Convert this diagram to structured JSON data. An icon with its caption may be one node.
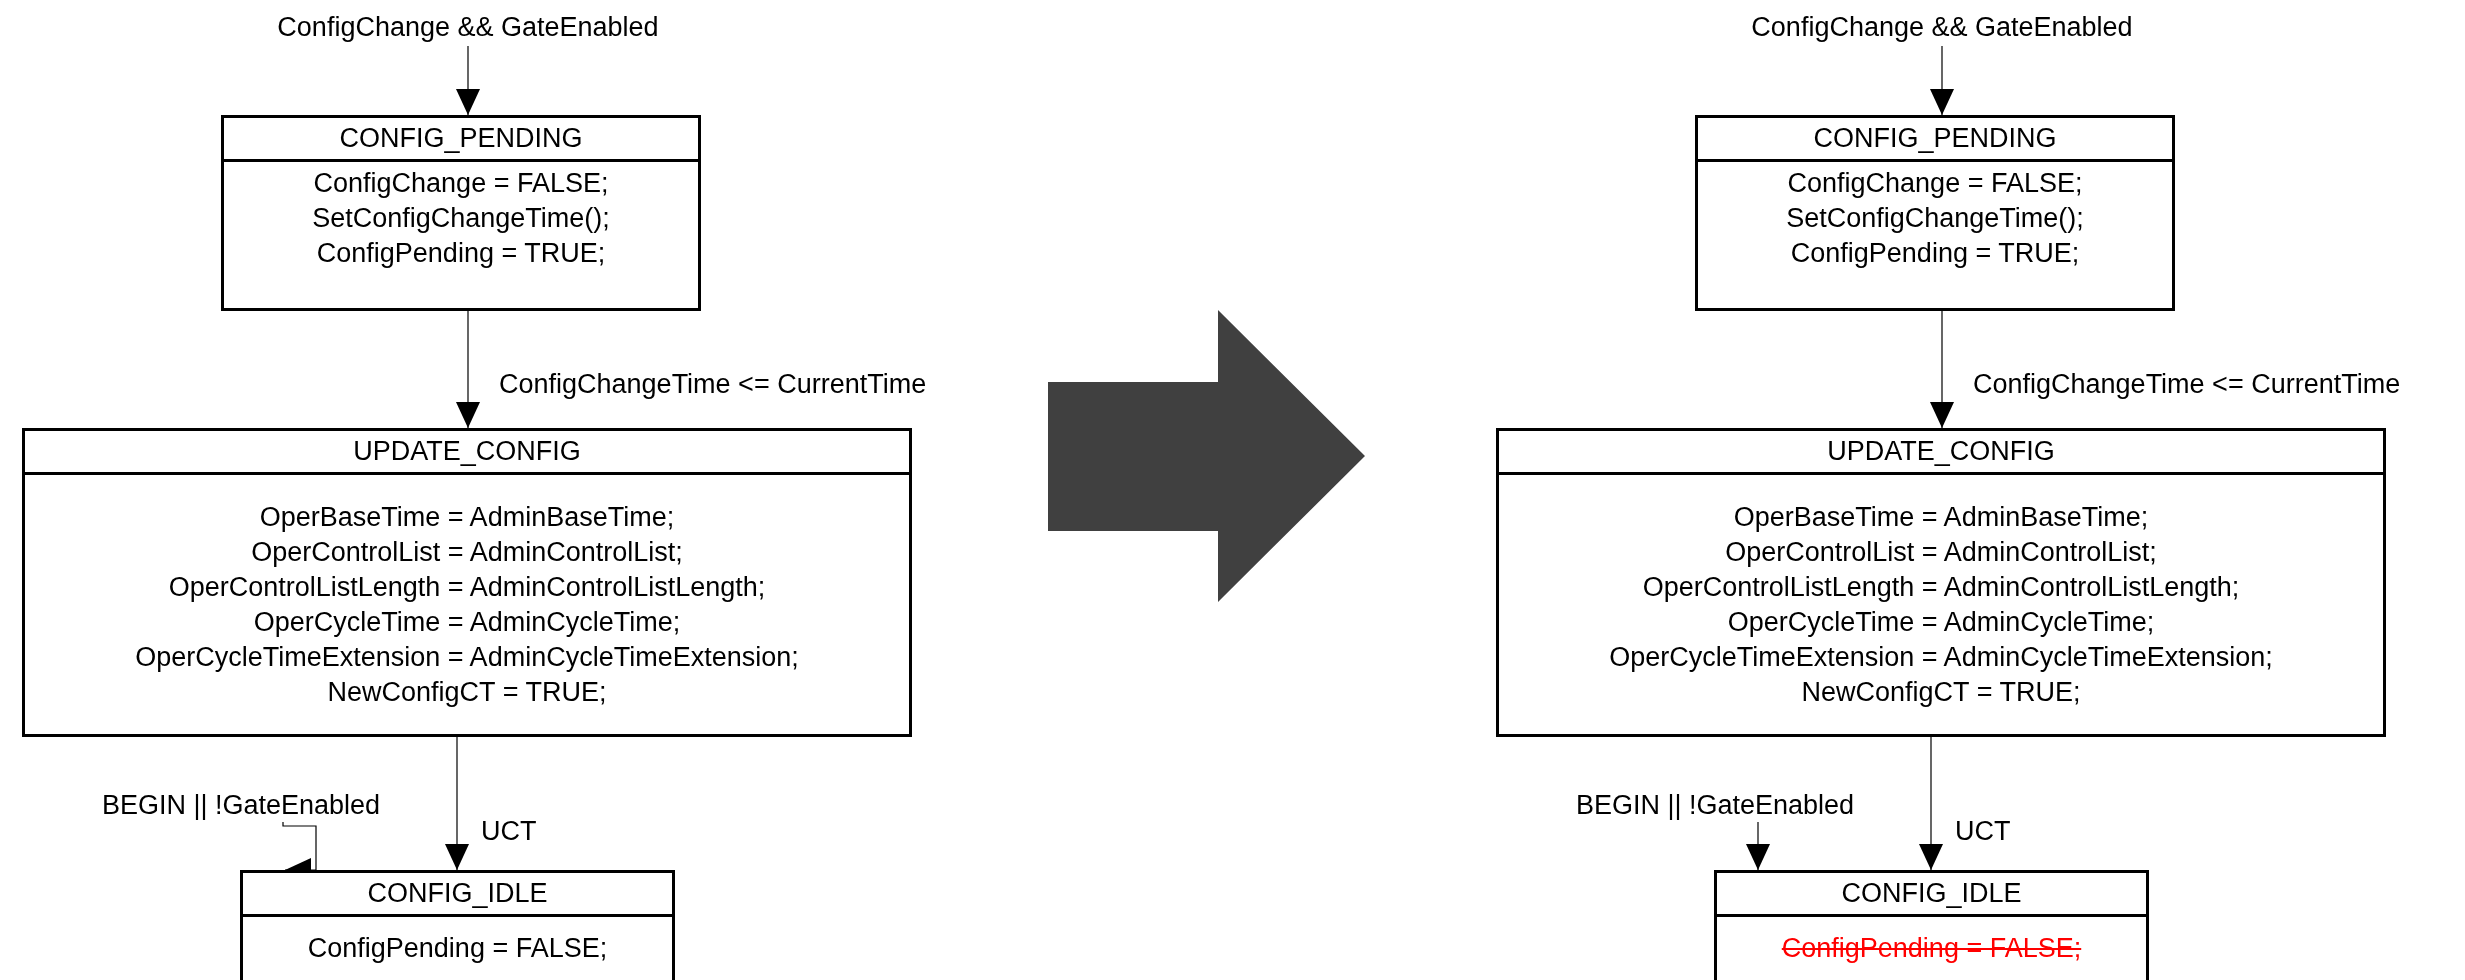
{
  "diagram": {
    "nodes": [
      {
        "text": [
          "ConfigChange && GateEnabled"
        ]
      },
      {
        "text": [
          "CONFIG_PENDING",
          "ConfigChange = FALSE;",
          "SetConfigChangeTime();",
          "ConfigPending = TRUE;"
        ]
      },
      {
        "text": [
          "UPDATE_CONFIG",
          "OperBaseTime = AdminBaseTime;",
          "OperControlList = AdminControlList;",
          "OperControlListLength = AdminControlListLength;",
          "OperCycleTime = AdminCycleTime;",
          "OperCycleTimeExtension = AdminCycleTimeExtension;",
          "NewConfigCT = TRUE;"
        ]
      },
      {
        "text": [
          "BEGIN || !GateEnabled"
        ]
      },
      {
        "text": [
          "CONFIG_IDLE",
          "ConfigPending = FALSE;"
        ]
      },
      {
        "text": [
          "ConfigChange && GateEnabled"
        ]
      },
      {
        "text": [
          "CONFIG_PENDING",
          "ConfigChange = FALSE;",
          "SetConfigChangeTime();",
          "ConfigPending = TRUE;"
        ]
      },
      {
        "text": [
          "UPDATE_CONFIG",
          "OperBaseTime = AdminBaseTime;",
          "OperControlList = AdminControlList;",
          "OperControlListLength = AdminControlListLength;",
          "OperCycleTime = AdminCycleTime;",
          "OperCycleTimeExtension = AdminCycleTimeExtension;",
          "NewConfigCT = TRUE;"
        ]
      },
      {
        "text": [
          "BEGIN || !GateEnabled"
        ]
      },
      {
        "text": [
          "CONFIG_IDLE",
          "ConfigPending = FALSE;"
        ]
      }
    ],
    "edges": [
      {
        "from": 0,
        "to": 1,
        "arrow": "to"
      },
      {
        "from": 1,
        "to": 2,
        "arrow": "to",
        "label": "ConfigChangeTime <= CurrentTime"
      },
      {
        "from": 2,
        "to": 4,
        "arrow": "to",
        "label": "UCT"
      },
      {
        "from": 3,
        "to": 4,
        "arrow": "to"
      },
      {
        "from": 5,
        "to": 6,
        "arrow": "to"
      },
      {
        "from": 6,
        "to": 7,
        "arrow": "to",
        "label": "ConfigChangeTime <= CurrentTime"
      },
      {
        "from": 7,
        "to": 9,
        "arrow": "to",
        "label": "UCT"
      },
      {
        "from": 8,
        "to": 9,
        "arrow": "to"
      }
    ]
  }
}
